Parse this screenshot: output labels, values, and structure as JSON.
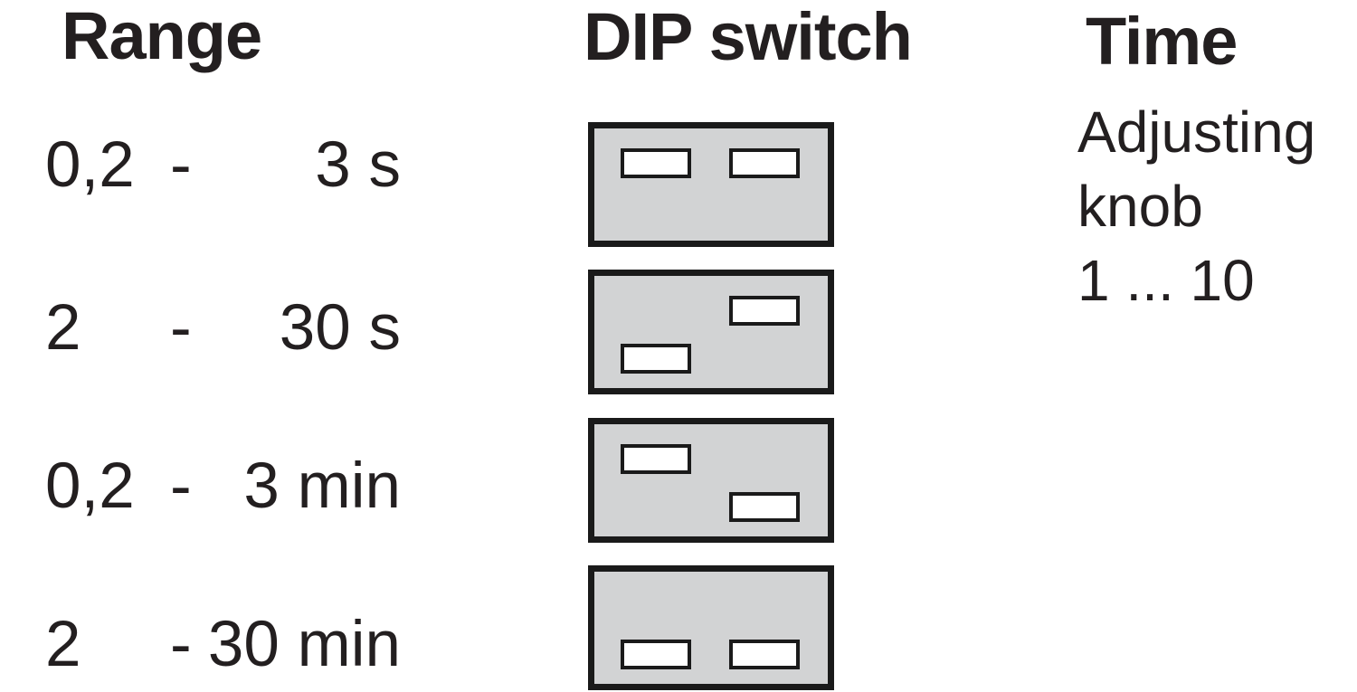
{
  "headers": {
    "range": "Range",
    "dip_switch": "DIP switch",
    "time": "Time"
  },
  "rows": [
    {
      "from": "0,2",
      "separator": "-",
      "to": "3 s",
      "switches": [
        "up",
        "up"
      ]
    },
    {
      "from": "2",
      "separator": "-",
      "to": "30 s",
      "switches": [
        "down",
        "up"
      ]
    },
    {
      "from": "0,2",
      "separator": "-",
      "to": "3 min",
      "switches": [
        "up",
        "down"
      ]
    },
    {
      "from": "2",
      "separator": "-",
      "to": "30 min",
      "switches": [
        "down",
        "down"
      ]
    }
  ],
  "time_note": {
    "line1": "Adjusting",
    "line2": "knob",
    "line3": "1 ... 10"
  },
  "colors": {
    "text": "#231f20",
    "dip_fill": "#d2d3d4",
    "dip_border": "#1a1a1a",
    "switch_fill": "#ffffff",
    "background": "#ffffff"
  }
}
